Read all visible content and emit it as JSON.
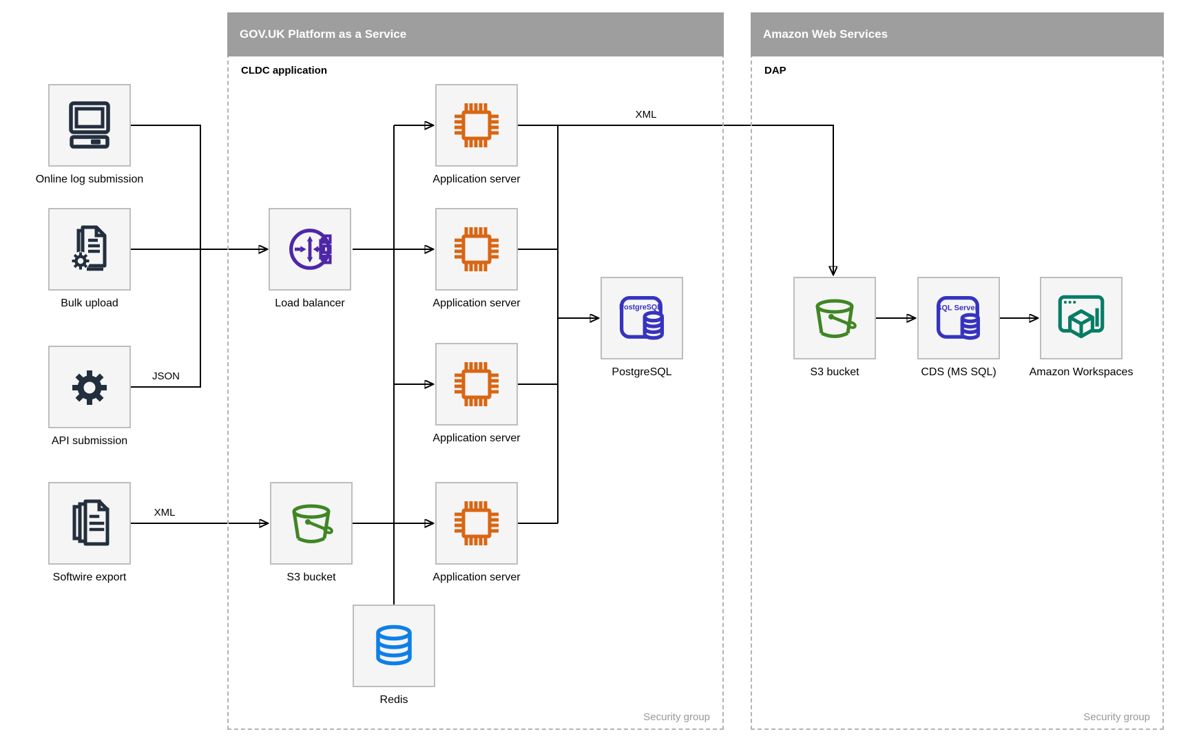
{
  "containers": {
    "paas": {
      "title": "GOV.UK Platform as a Service",
      "sublabel": "CLDC application",
      "footer": "Security group"
    },
    "aws": {
      "title": "Amazon Web Services",
      "sublabel": "DAP",
      "footer": "Security group"
    }
  },
  "nodes": {
    "online_log": {
      "label": "Online log submission",
      "icon": "computer-icon"
    },
    "bulk_upload": {
      "label": "Bulk upload",
      "icon": "document-gear-icon"
    },
    "api_submission": {
      "label": "API submission",
      "icon": "gear-icon"
    },
    "softwire_export": {
      "label": "Softwire export",
      "icon": "documents-stack-icon"
    },
    "load_balancer": {
      "label": "Load balancer",
      "icon": "load-balancer-icon"
    },
    "s3_paas": {
      "label": "S3 bucket",
      "icon": "s3-bucket-icon"
    },
    "redis": {
      "label": "Redis",
      "icon": "database-cylinder-icon"
    },
    "app_server_1": {
      "label": "Application server",
      "icon": "chip-icon"
    },
    "app_server_2": {
      "label": "Application server",
      "icon": "chip-icon"
    },
    "app_server_3": {
      "label": "Application server",
      "icon": "chip-icon"
    },
    "app_server_4": {
      "label": "Application server",
      "icon": "chip-icon"
    },
    "postgresql": {
      "label": "PostgreSQL",
      "icon": "postgresql-icon",
      "icon_text": "PostgreSQL"
    },
    "s3_aws": {
      "label": "S3 bucket",
      "icon": "s3-bucket-icon"
    },
    "cds": {
      "label": "CDS (MS SQL)",
      "icon": "sql-server-icon",
      "icon_text": "SQL Server"
    },
    "workspaces": {
      "label": "Amazon Workspaces",
      "icon": "workspaces-icon"
    }
  },
  "edge_labels": {
    "json": "JSON",
    "xml_softwire": "XML",
    "xml_to_aws": "XML"
  },
  "colors": {
    "title_bar": "#9e9e9e",
    "node_fill": "#f5f5f5",
    "node_border": "#bdbdbd",
    "dashed_border": "#b3b3b3",
    "dark_navy": "#232f3e",
    "orange": "#d86613",
    "purple": "#4d27a8",
    "green": "#3f8624",
    "indigo": "#3733bf",
    "blue": "#0e7fe8",
    "teal": "#077d66",
    "connector": "#000000",
    "muted_text": "#999999"
  }
}
